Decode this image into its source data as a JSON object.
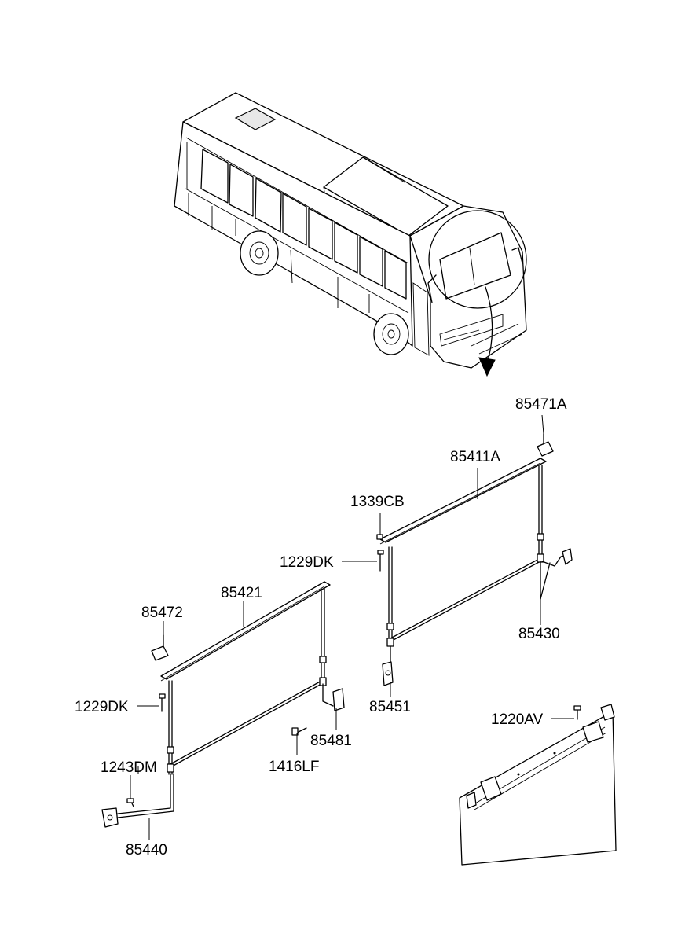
{
  "labels": {
    "p85471A": "85471A",
    "p85411A": "85411A",
    "p1339CB": "1339CB",
    "p1229DK_right": "1229DK",
    "p85421": "85421",
    "p85472": "85472",
    "p85430": "85430",
    "p1229DK_left": "1229DK",
    "p85451": "85451",
    "p1220AV": "1220AV",
    "p85481": "85481",
    "p1243DM": "1243DM",
    "p1416LF": "1416LF",
    "p85440": "85440"
  },
  "icons": {
    "bus": "bus-illustration",
    "arrow": "curved-arrow-icon",
    "sunvisor": "sun-visor-illustration"
  }
}
